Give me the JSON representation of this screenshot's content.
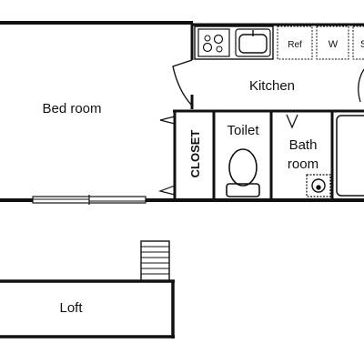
{
  "rooms": {
    "bedroom": "Bed room",
    "kitchen": "Kitchen",
    "closet": "CLOSET",
    "toilet": "Toilet",
    "bath_line1": "Bath",
    "bath_line2": "room",
    "loft": "Loft"
  },
  "fixtures": {
    "refrigerator": "Ref",
    "washer": "W",
    "cut_off_label": "S"
  }
}
